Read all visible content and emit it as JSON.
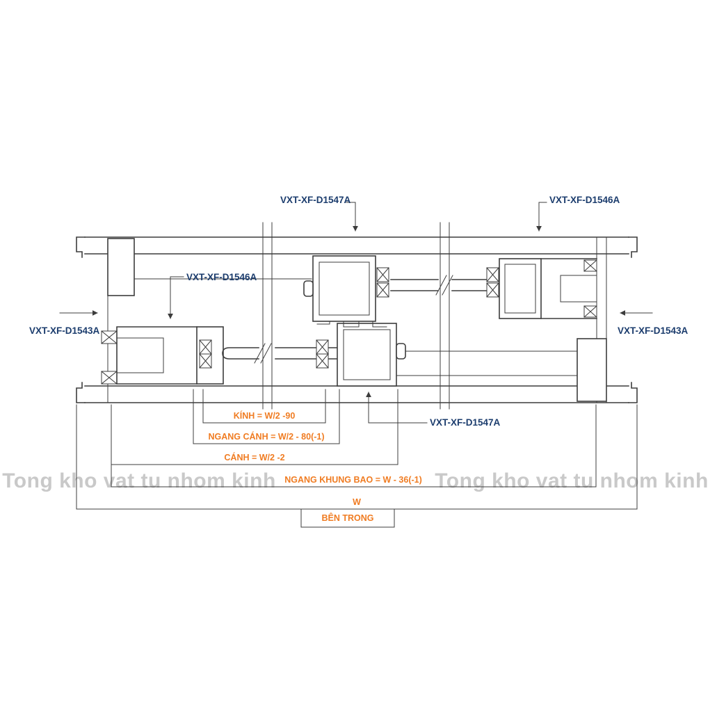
{
  "watermark": {
    "left": "Tong kho vat tu nhom kinh",
    "right": "Tong kho vat tu nhom kinh"
  },
  "labels": {
    "top_sash_profile": "VXT-XF-D1547A",
    "top_right_frame_profile": "VXT-XF-D1546A",
    "left_frame_profile": "VXT-XF-D1543A",
    "right_frame_profile": "VXT-XF-D1543A",
    "mid_frame_profile": "VXT-XF-D1546A",
    "bottom_sash_profile": "VXT-XF-D1547A"
  },
  "dimensions": {
    "glass": "KÍNH = W/2 -90",
    "sash_width": "NGANG CÁNH = W/2 - 80(-1)",
    "sash": "CÁNH = W/2 -2",
    "frame_width": "NGANG KHUNG BAO = W - 36(-1)",
    "overall_width": "W",
    "inside": "BÊN TRONG"
  },
  "colors": {
    "line": "#3c3c3c",
    "label": "#1b3c6d",
    "dim": "#f07c22",
    "wm": "#c9c9c9"
  }
}
